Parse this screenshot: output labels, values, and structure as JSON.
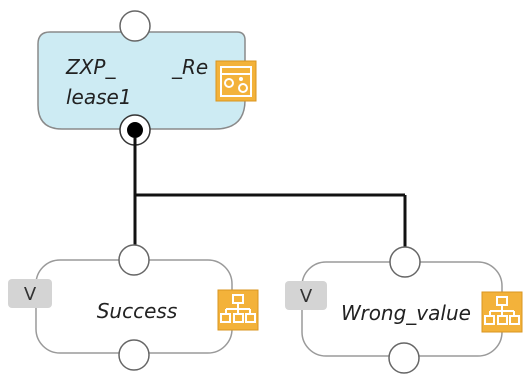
{
  "diagram": {
    "source_node": {
      "label_line1_left": "ZXP_",
      "label_line1_right": "_Re",
      "label_line2": "lease1",
      "icon": "gear-settings-icon",
      "fill_color": "#cdebf3"
    },
    "targets": [
      {
        "badge": "V",
        "label": "Success",
        "icon": "hierarchy-icon"
      },
      {
        "badge": "V",
        "label": "Wrong_value",
        "icon": "hierarchy-icon"
      }
    ],
    "colors": {
      "connector": "#111111",
      "node_border": "#999999",
      "icon_orange": "#f3b23a",
      "badge_fill": "#d4d4d4"
    }
  }
}
